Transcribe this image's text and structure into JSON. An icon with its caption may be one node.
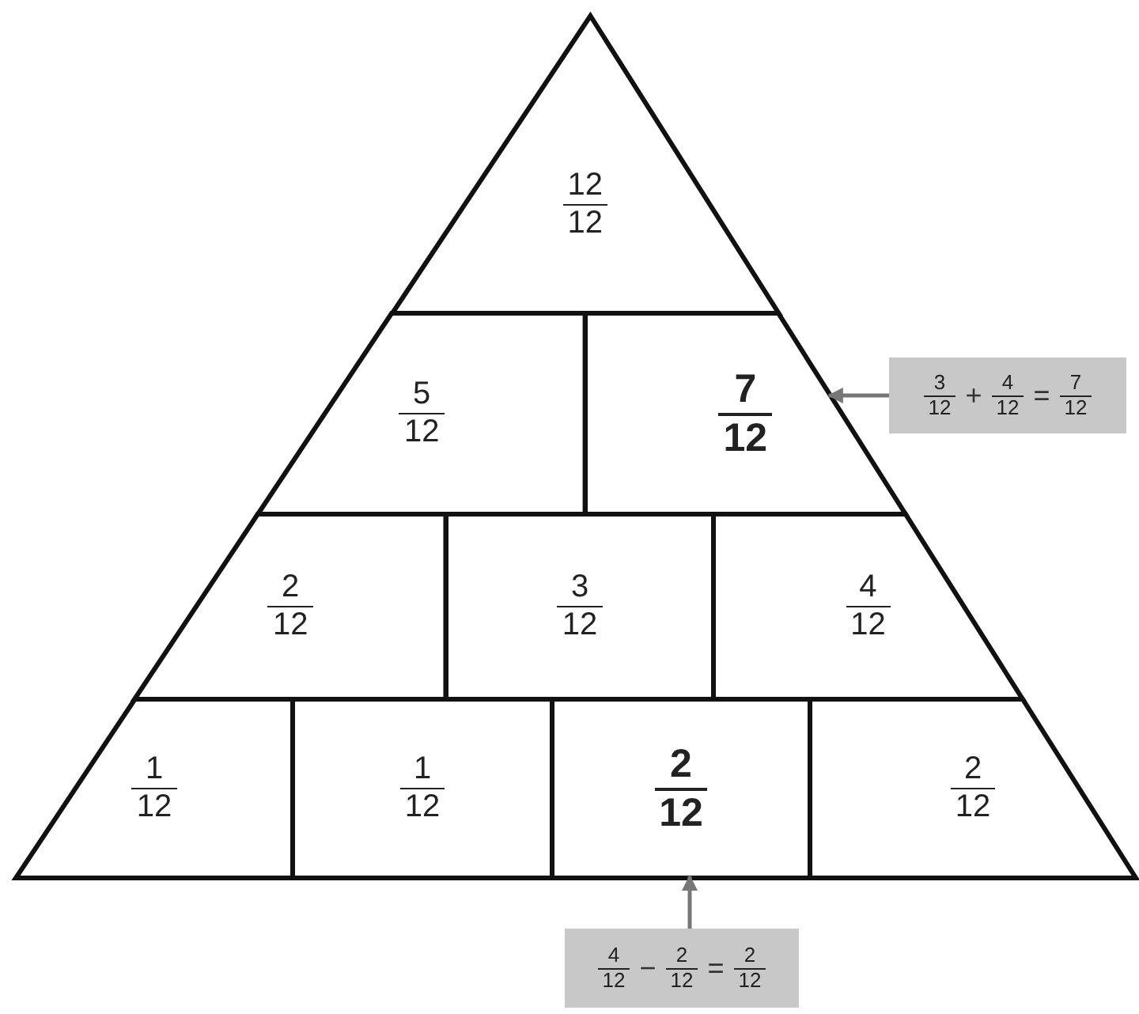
{
  "diagram": {
    "nodes": [
      {
        "text": [
          "12",
          "12"
        ]
      },
      {
        "text": [
          "5",
          "12"
        ]
      },
      {
        "text": [
          "7",
          "12"
        ]
      },
      {
        "text": [
          "2",
          "12"
        ]
      },
      {
        "text": [
          "3",
          "12"
        ]
      },
      {
        "text": [
          "4",
          "12"
        ]
      },
      {
        "text": [
          "1",
          "12"
        ]
      },
      {
        "text": [
          "1",
          "12"
        ]
      },
      {
        "text": [
          "2",
          "12"
        ]
      },
      {
        "text": [
          "2",
          "12"
        ]
      },
      {
        "text": [
          "3",
          "12",
          "+",
          "4",
          "12",
          "=",
          "7",
          "12"
        ]
      },
      {
        "text": [
          "4",
          "12",
          "−",
          "2",
          "12",
          "=",
          "2",
          "12"
        ]
      }
    ],
    "edges": [
      {
        "from": 10,
        "to": 2,
        "arrow": "to"
      },
      {
        "from": 11,
        "to": 8,
        "arrow": "to"
      }
    ]
  }
}
